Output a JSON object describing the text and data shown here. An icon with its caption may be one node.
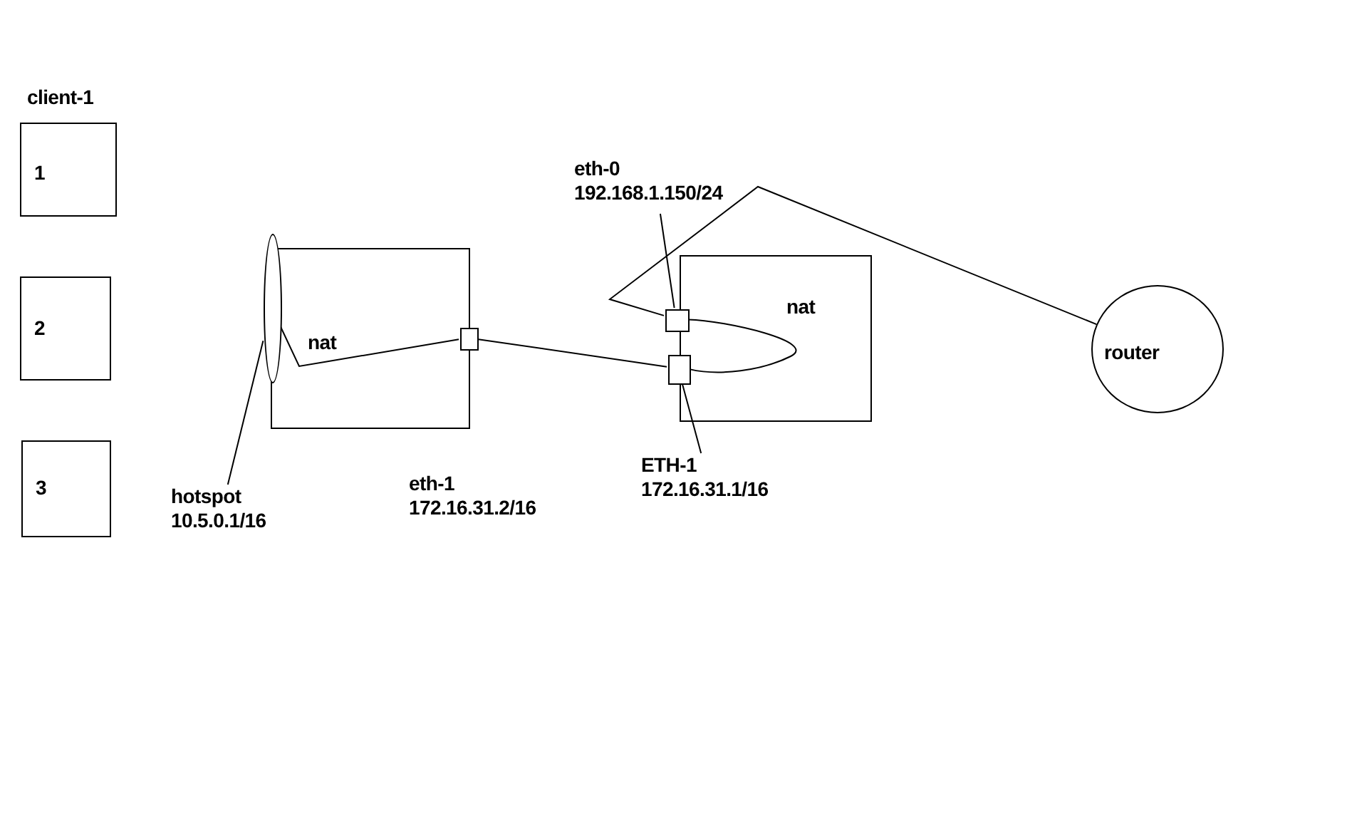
{
  "diagram": {
    "nodes": [
      {
        "text": [
          "client-1",
          "1"
        ]
      },
      {
        "text": [
          "2"
        ]
      },
      {
        "text": [
          "3"
        ]
      },
      {
        "text": [],
        "shape": "box"
      },
      {
        "text": [],
        "shape": "ellipse",
        "in": 3
      },
      {
        "text": [],
        "shape": "box",
        "in": 3
      },
      {
        "text": [
          "hotspot",
          "10.5.0.1/16"
        ]
      },
      {
        "text": [],
        "shape": "box"
      },
      {
        "text": [],
        "shape": "box",
        "in": 7
      },
      {
        "text": [],
        "shape": "box",
        "in": 7
      },
      {
        "text": [
          "eth-0",
          "192.168.1.150/24"
        ]
      },
      {
        "text": [
          "ETH-1",
          "172.16.31.1/16"
        ]
      },
      {
        "text": [
          "router"
        ]
      }
    ],
    "edges": [
      {
        "from": 4,
        "to": 5,
        "arrow": "none",
        "label": "nat"
      },
      {
        "from": 5,
        "to": 9,
        "arrow": "none"
      },
      {
        "from": 8,
        "to": 9,
        "arrow": "none",
        "label": "nat"
      },
      {
        "from": 8,
        "to": 12,
        "arrow": "none"
      },
      {
        "from": 6,
        "to": 4,
        "arrow": "none"
      },
      {
        "from": 10,
        "to": 8,
        "arrow": "none"
      },
      {
        "from": 11,
        "to": 9,
        "arrow": "none"
      }
    ],
    "labels": [
      "eth-1",
      "172.16.31.2/16"
    ]
  }
}
